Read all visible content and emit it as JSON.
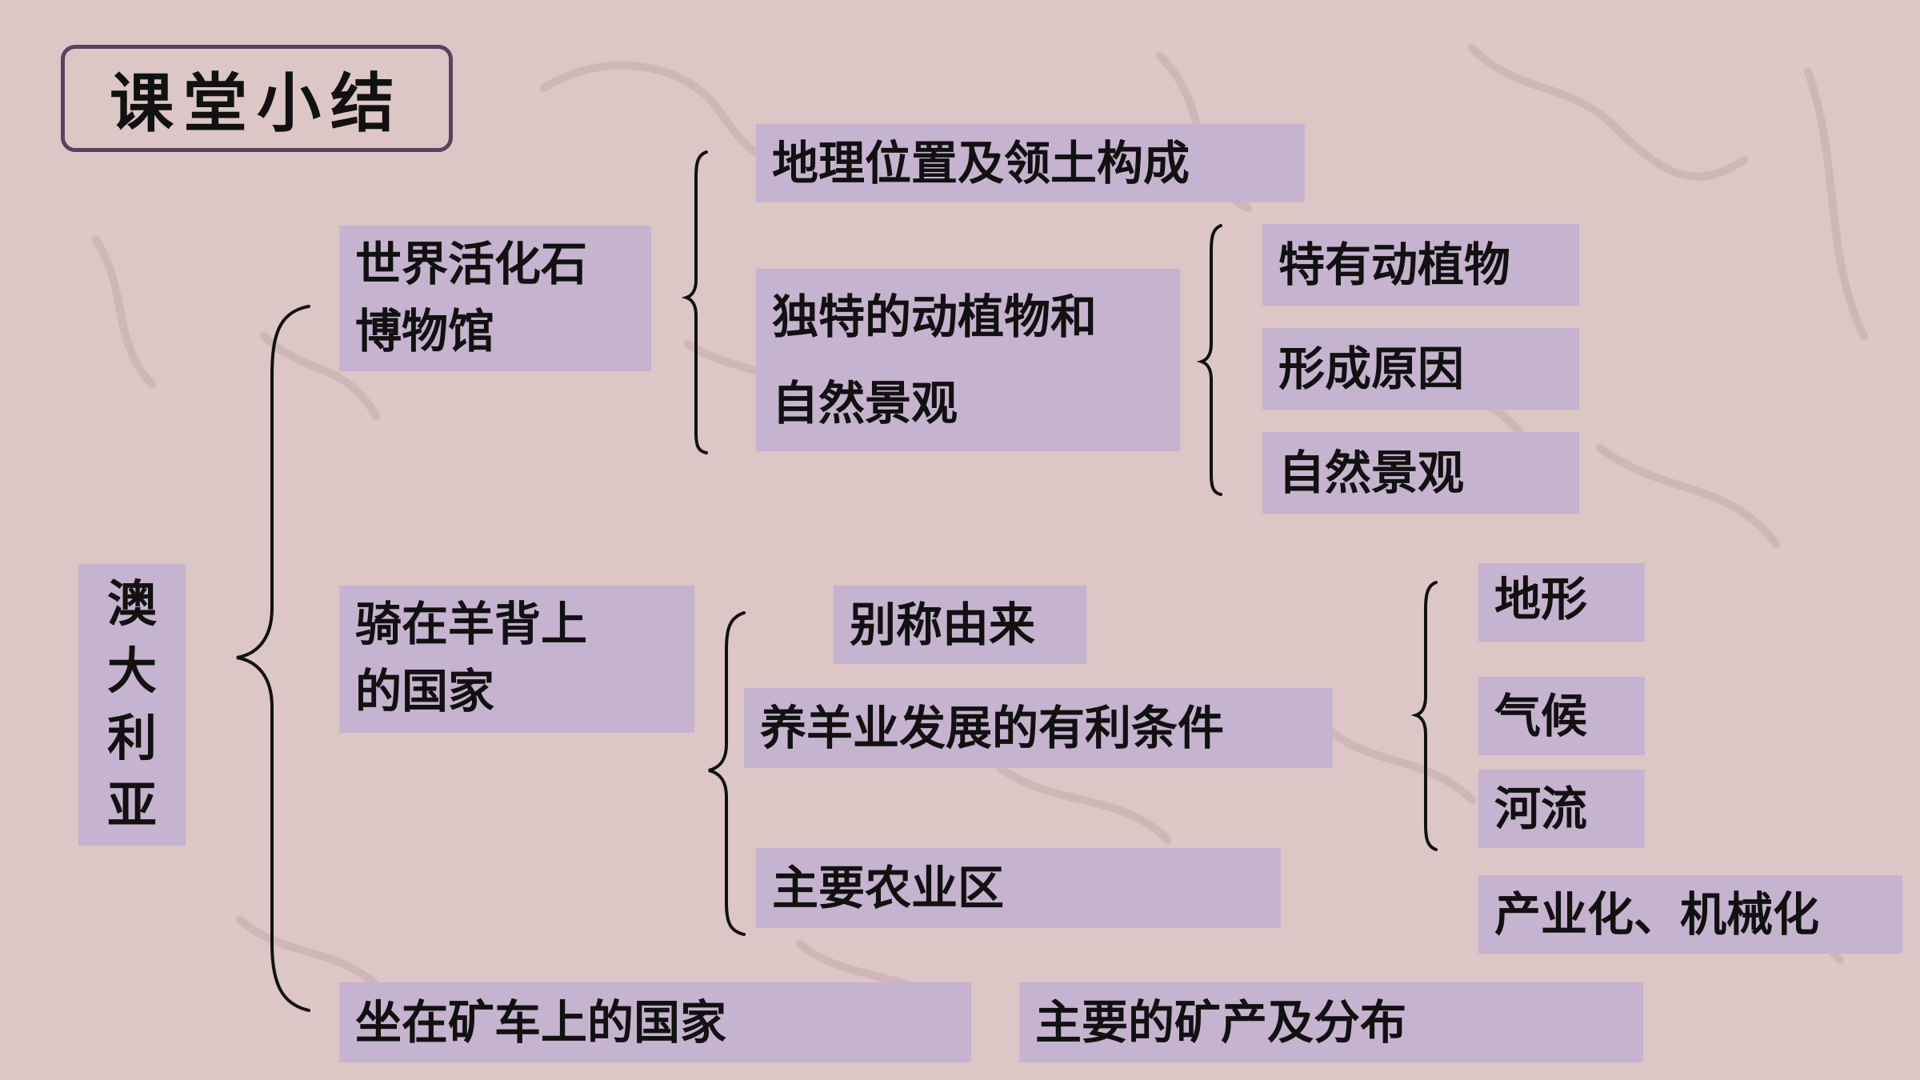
{
  "title": "课堂小结",
  "root": [
    "澳",
    "大",
    "利",
    "亚"
  ],
  "branches": {
    "fossil_museum": {
      "label_line1": "世界活化石",
      "label_line2": "博物馆",
      "geo_position": "地理位置及领土构成",
      "unique_line1": "独特的动植物和",
      "unique_line2": "自然景观",
      "sub_items": [
        "特有动植物",
        "形成原因",
        "自然景观"
      ]
    },
    "sheep_country": {
      "label_line1": "骑在羊背上",
      "label_line2": "的国家",
      "nickname": "别称由来",
      "favorable": "养羊业发展的有利条件",
      "conditions": [
        "地形",
        "气候",
        "河流"
      ],
      "industrialization": "产业化、机械化",
      "agri_zone": "主要农业区"
    },
    "mine_country": {
      "label": "坐在矿车上的国家",
      "minerals": "主要的矿产及分布"
    }
  },
  "colors": {
    "background": "#dcc6c6",
    "box_fill": "#c6b3cf",
    "title_border": "#5a4260",
    "text": "#111111"
  }
}
